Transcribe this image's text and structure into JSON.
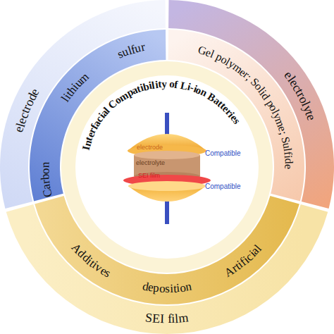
{
  "diagram": {
    "nodes": [
      {
        "text": [
          "Interfacial Compatibility of Li-ion Batteries"
        ]
      },
      {
        "text": [
          "electrode",
          "Carbon",
          "lithium",
          "sulfur"
        ]
      },
      {
        "text": [
          "electrolyte",
          "Gel polymer; Solid polyme; Sulfide"
        ]
      },
      {
        "text": [
          "SEI film",
          "Additives",
          "deposition",
          "Artificial"
        ]
      }
    ],
    "labels": [
      "electrode",
      "electrolyte",
      "SEI film",
      "Compatible",
      "Compatible"
    ]
  }
}
